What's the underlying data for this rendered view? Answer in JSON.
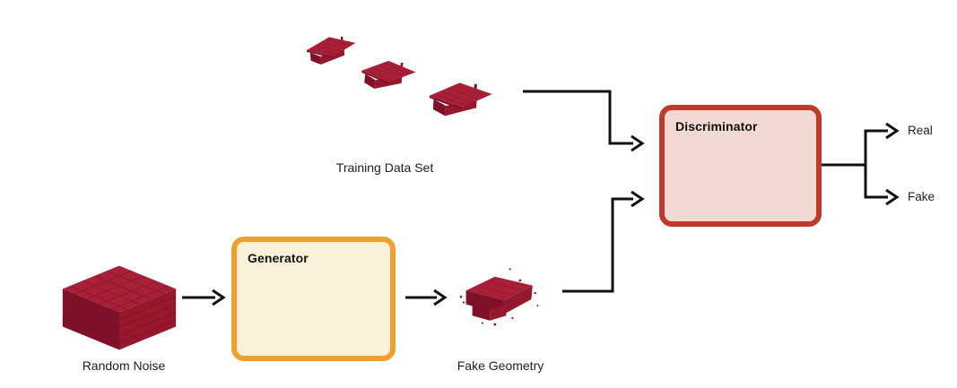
{
  "diagram": {
    "nodes": {
      "training_set": {
        "label": "Training Data Set",
        "icon": "house-models-3d-icon"
      },
      "random_noise": {
        "label": "Random Noise",
        "icon": "voxel-cube-icon"
      },
      "generator": {
        "label": "Generator"
      },
      "fake_geometry": {
        "label": "Fake Geometry",
        "icon": "generated-mesh-icon"
      },
      "discriminator": {
        "label": "Discriminator"
      }
    },
    "outputs": {
      "real_label": "Real",
      "fake_label": "Fake"
    },
    "edges": [
      {
        "from": "training-data-set",
        "to": "discriminator"
      },
      {
        "from": "random-noise",
        "to": "generator"
      },
      {
        "from": "generator",
        "to": "fake-geometry"
      },
      {
        "from": "fake-geometry",
        "to": "discriminator"
      },
      {
        "from": "discriminator",
        "to": "real"
      },
      {
        "from": "discriminator",
        "to": "fake"
      }
    ],
    "colors": {
      "generator_border": "#F0A12D",
      "generator_fill": "#FBF1DA",
      "discriminator_border": "#C03A2B",
      "discriminator_fill": "#F3D9D3",
      "model_red": "#A82038",
      "model_red_mid": "#96182E",
      "model_red_dark": "#7E1128",
      "model_red_deep": "#6E0C20",
      "line_color": "#111111",
      "text_color": "#1F1F1F"
    }
  }
}
